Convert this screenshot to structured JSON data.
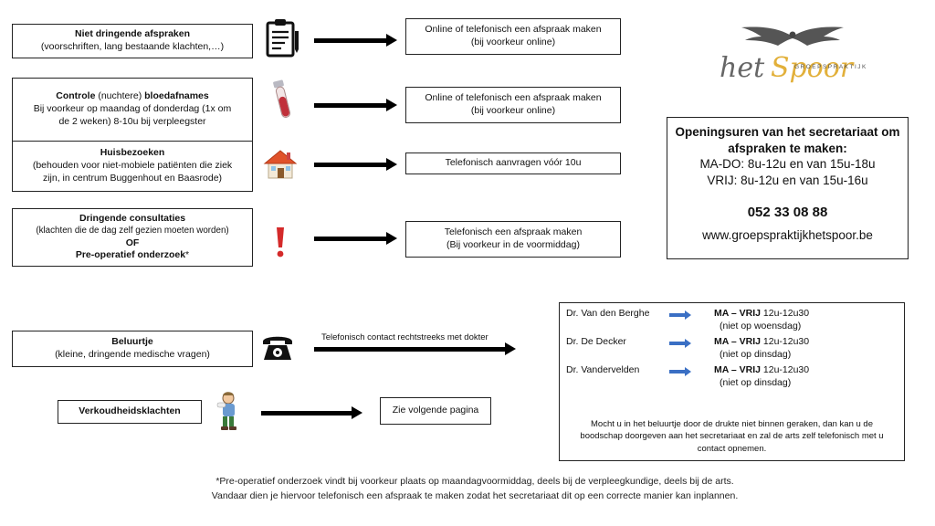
{
  "rows": {
    "r1": {
      "title": "Niet dringende afspraken",
      "sub": "(voorschriften, lang bestaande klachten,…)",
      "dest_line1": "Online of telefonisch een afspraak maken",
      "dest_line2": "(bij voorkeur  online)"
    },
    "r2": {
      "title_bold1": "Controle",
      "title_normal": " (nuchtere) ",
      "title_bold2": "bloedafnames",
      "sub1": "Bij voorkeur  op maandag of donderdag  (1x om",
      "sub2": "de 2 weken)  8-10u bij verpleegster",
      "dest_line1": "Online of telefonisch een afspraak maken",
      "dest_line2": "(bij voorkeur  online)"
    },
    "r3": {
      "title": "Huisbezoeken",
      "sub1": "(behouden  voor niet-mobiele patiënten die ziek",
      "sub2": "zijn, in centrum  Buggenhout en Baasrode)",
      "dest_line1": "Telefonisch aanvragen vóór 10u"
    },
    "r4": {
      "title": "Dringende consultaties",
      "sub": "(klachten die de dag zelf gezien moeten worden)",
      "of": "OF",
      "pre": "Pre-operatief onderzoek",
      "star": "*",
      "dest_line1": "Telefonisch een afspraak maken",
      "dest_line2": "(Bij voorkeur  in de voormiddag)"
    },
    "r5": {
      "title": "Beluurtje",
      "sub": "(kleine, dringende medische vragen)",
      "arrow_label": "Telefonisch  contact rechtstreeks met dokter"
    },
    "r6": {
      "title": "Verkoudheidsklachten",
      "dest": "Zie volgende pagina"
    }
  },
  "logo": {
    "word_left": "het",
    "word_right": "Spoor",
    "tag": "GROEPSPRAKTIJK"
  },
  "hours": {
    "line1": "Openingsuren van het secretariaat om",
    "line2": "afspraken te maken:",
    "line3": "MA-DO: 8u-12u en van 15u-18u",
    "line4": "VRIJ: 8u-12u en van 15u-16u",
    "phone": "052 33 08 88",
    "web": "www.groepspraktijkhetspoor.be"
  },
  "doctors": [
    {
      "name": "Dr. Van den Berghe",
      "days": "MA – VRIJ",
      "time": " 12u-12u30",
      "note": "(niet op woensdag)"
    },
    {
      "name": "Dr. De Decker",
      "days": "MA – VRIJ",
      "time": " 12u-12u30",
      "note": "(niet op dinsdag)"
    },
    {
      "name": "Dr. Vandervelden",
      "days": "MA – VRIJ",
      "time": " 12u-12u30",
      "note": "(niet op dinsdag)"
    }
  ],
  "doctor_note": {
    "line1": "Mocht u in het beluurtje door de drukte niet binnen geraken, dan kan u de",
    "line2": "boodschap  doorgeven  aan het secretariaat en zal de arts zelf telefonisch  met u",
    "line3": "contact opnemen."
  },
  "footnote": {
    "line1": "*Pre-operatief onderzoek  vindt bij voorkeur  plaats op maandagvoormiddag,  deels bij de verpleegkundige, deels bij de arts.",
    "line2": "Vandaar dien je hiervoor telefonisch een afspraak te maken  zodat het secretariaat dit op een correcte manier kan inplannen."
  },
  "colors": {
    "arrow": "#000000",
    "blue_arrow": "#3a6fc4",
    "tube": "#c0303a",
    "alert": "#d42a2a",
    "roof": "#e0522a",
    "gold": "#e2b03a"
  },
  "icons": [
    "clipboard-icon",
    "blood-tube-icon",
    "house-icon",
    "exclamation-icon",
    "telephone-icon",
    "sick-person-icon",
    "caduceus-wings-icon"
  ]
}
